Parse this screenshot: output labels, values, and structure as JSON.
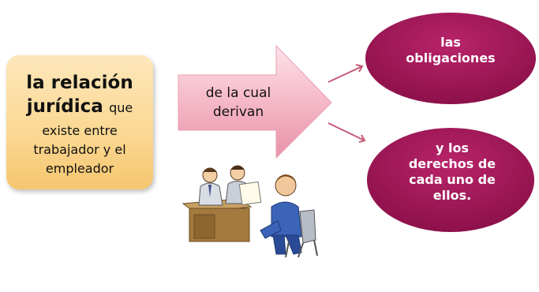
{
  "left_box": {
    "line1": "la relación",
    "line2_bold": "jurídica",
    "line2_rest": "que",
    "line3": "existe entre",
    "line4": "trabajador y el",
    "line5": "empleador"
  },
  "arrow": {
    "line1": "de la cual",
    "line2": "derivan"
  },
  "ellipse_top": {
    "line1": "las",
    "line2": "obligaciones"
  },
  "ellipse_bottom": {
    "line1": "y los",
    "line2": "derechos de",
    "line3": "cada uno de",
    "line4": "ellos."
  },
  "colors": {
    "box_fill": "#fbd995",
    "arrow_fill": "#f4b6c4",
    "ellipse_fill": "#a3175a",
    "connector": "#c45a78"
  },
  "illustration": "office-meeting-clipart"
}
